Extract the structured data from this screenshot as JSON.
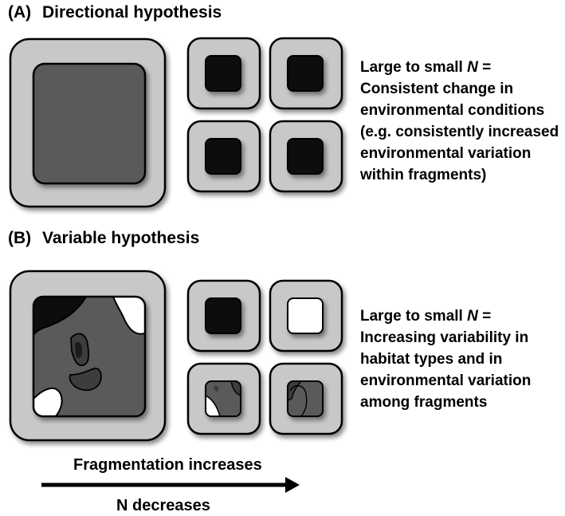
{
  "panel_a": {
    "label": "(A)",
    "title": "Directional hypothesis",
    "description": {
      "first_prefix": "Large to small ",
      "first_italic": "N",
      "first_suffix": " =",
      "lines": [
        "Consistent change in",
        "environmental conditions",
        "(e.g. consistently increased",
        "environmental variation",
        "within fragments)"
      ]
    }
  },
  "panel_b": {
    "label": "(B)",
    "title": "Variable hypothesis",
    "description": {
      "first_prefix": "Large to small ",
      "first_italic": "N",
      "first_suffix": " =",
      "lines": [
        "Increasing variability in",
        "habitat types and in",
        "environmental variation",
        "among fragments"
      ]
    }
  },
  "axis": {
    "top_label": "Fragmentation increases",
    "bottom_label": "N decreases"
  },
  "colors": {
    "outer_fill": "#c8c8c8",
    "mid_fill": "#5a5a5a",
    "dark_fill": "#111111",
    "white_fill": "#ffffff",
    "stroke": "#000000"
  }
}
